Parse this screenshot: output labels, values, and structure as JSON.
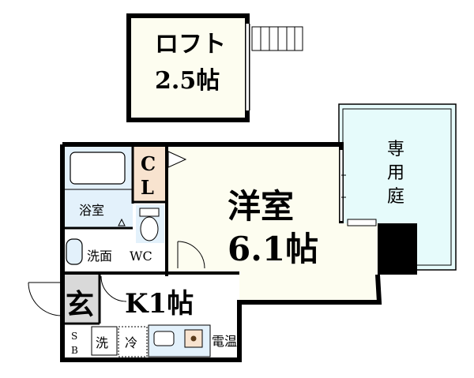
{
  "rooms": {
    "loft": {
      "name": "ロフト",
      "size": "2.5帖"
    },
    "western": {
      "name": "洋室",
      "size": "6.1帖"
    },
    "kitchen": {
      "size": "K1帖"
    },
    "garden": {
      "name": [
        "専",
        "用",
        "庭"
      ]
    },
    "bath": {
      "name": "浴室"
    },
    "closet": {
      "name": [
        "C",
        "L"
      ]
    },
    "washroom": {
      "name": "洗面"
    },
    "toilet": {
      "name": "WC"
    },
    "entrance": {
      "name": "玄"
    },
    "shoebox": {
      "name": [
        "S",
        "B"
      ]
    },
    "washer": {
      "name": "洗"
    },
    "fridge": {
      "name": "冷"
    },
    "heater": {
      "name": "電温"
    }
  },
  "colors": {
    "wall": "#000000",
    "loft_floor": "#fdfdf0",
    "western_floor": "#fdfdf0",
    "garden": "#e6fbfb",
    "wet_area": "#e3f1fb",
    "closet": "#f8e3cf",
    "entrance_floor": "#d9d9d9"
  }
}
